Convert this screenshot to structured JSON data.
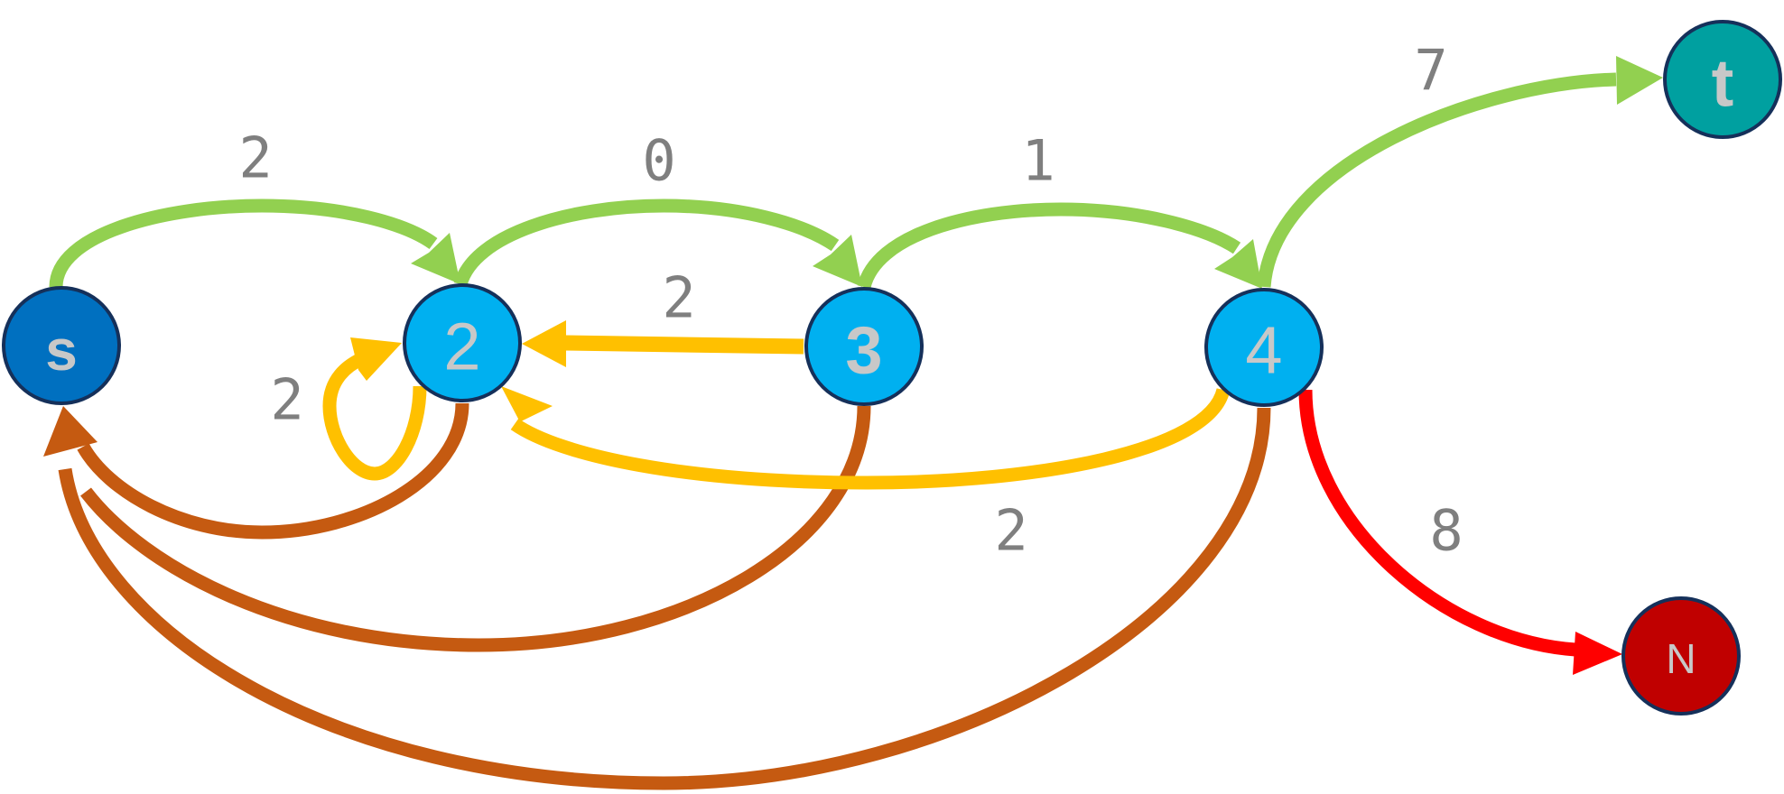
{
  "diagram": {
    "type": "directed-graph",
    "nodes": [
      {
        "id": "s",
        "label": "s",
        "color": "#0070c0"
      },
      {
        "id": "2",
        "label": "2",
        "color": "#00b0f0"
      },
      {
        "id": "3",
        "label": "3",
        "color": "#00b0f0"
      },
      {
        "id": "4",
        "label": "4",
        "color": "#00b0f0"
      },
      {
        "id": "t",
        "label": "t",
        "color": "#00a0a0"
      },
      {
        "id": "N",
        "label": "N",
        "color": "#c00000"
      }
    ],
    "node_border_color": "#15305a",
    "edges": [
      {
        "id": "s-2",
        "from": "s",
        "to": "2",
        "label": "2",
        "color": "#92d050"
      },
      {
        "id": "2-3",
        "from": "2",
        "to": "3",
        "label": "0",
        "color": "#92d050"
      },
      {
        "id": "3-4",
        "from": "3",
        "to": "4",
        "label": "1",
        "color": "#92d050"
      },
      {
        "id": "4-t",
        "from": "4",
        "to": "t",
        "label": "7",
        "color": "#92d050"
      },
      {
        "id": "3-2",
        "from": "3",
        "to": "2",
        "label": "2",
        "color": "#ffc000"
      },
      {
        "id": "2-2",
        "from": "2",
        "to": "2",
        "label": "2",
        "color": "#ffc000"
      },
      {
        "id": "4-2",
        "from": "4",
        "to": "2",
        "label": "2",
        "color": "#ffc000"
      },
      {
        "id": "4-N",
        "from": "4",
        "to": "N",
        "label": "8",
        "color": "#ff0000"
      },
      {
        "id": "2-s",
        "from": "2",
        "to": "s",
        "label": "",
        "color": "#c55a11"
      },
      {
        "id": "3-s",
        "from": "3",
        "to": "s",
        "label": "",
        "color": "#c55a11"
      },
      {
        "id": "4-s",
        "from": "4",
        "to": "s",
        "label": "",
        "color": "#c55a11"
      }
    ]
  }
}
